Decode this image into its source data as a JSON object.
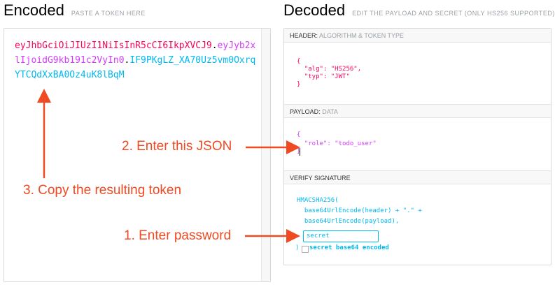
{
  "encoded": {
    "title": "Encoded",
    "hint": "PASTE A TOKEN HERE",
    "token": {
      "header": "eyJhbGciOiJIUzI1NiIsInR5cCI6IkpXVCJ9",
      "dot1": ".",
      "payload": "eyJyb2xlIjoidG9kb191c2VyIn0",
      "dot2": ".",
      "signature": "IF9PKgLZ_XA70Uz5vm0OxrqYTCQdXxBA0Oz4uK8lBqM"
    }
  },
  "decoded": {
    "title": "Decoded",
    "hint": "EDIT THE PAYLOAD AND SECRET (ONLY HS256 SUPPORTED)",
    "header_section": {
      "label": "HEADER:",
      "sublabel": "ALGORITHM & TOKEN TYPE",
      "lines": [
        "{",
        "  \"alg\": \"HS256\",",
        "  \"typ\": \"JWT\"",
        "}"
      ]
    },
    "payload_section": {
      "label": "PAYLOAD:",
      "sublabel": "DATA",
      "lines": [
        "{",
        "  \"role\": \"todo_user\"",
        "}"
      ]
    },
    "signature_section": {
      "label": "VERIFY SIGNATURE",
      "lines": [
        "HMACSHA256(",
        "  base64UrlEncode(header) + \".\" +",
        "  base64UrlEncode(payload),"
      ],
      "secret_value": "secret",
      "close_paren": ")",
      "checkbox_label": "secret base64 encoded"
    }
  },
  "annotations": {
    "step1": "1. Enter password",
    "step2": "2. Enter this JSON",
    "step3": "3. Copy the resulting token"
  },
  "colors": {
    "header": "#fb015b",
    "payload": "#d63aff",
    "signature": "#00b9f1",
    "annotation": "#f04a23"
  }
}
